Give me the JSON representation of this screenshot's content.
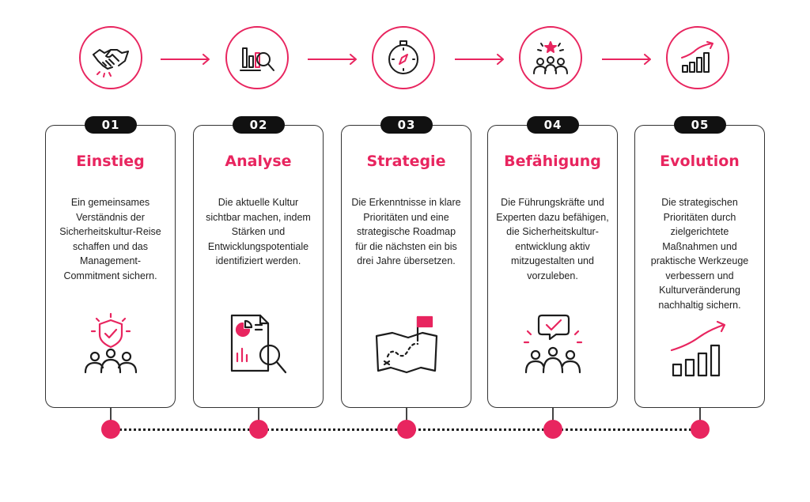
{
  "colors": {
    "accent": "#e8255f",
    "ink": "#1c1c1c"
  },
  "steps": [
    {
      "number": "01",
      "title": "Einstieg",
      "description": "Ein gemeinsames Verständnis der Sicherheitskultur-Reise schaffen und das Management-Commitment sichern.",
      "top_icon": "handshake-icon",
      "bottom_icon": "shield-team-icon"
    },
    {
      "number": "02",
      "title": "Analyse",
      "description": "Die aktuelle Kultur sichtbar machen, indem Stärken und Entwicklungspotentiale identifiziert werden.",
      "top_icon": "chart-magnifier-icon",
      "bottom_icon": "report-magnifier-icon"
    },
    {
      "number": "03",
      "title": "Strategie",
      "description": "Die Erkenntnisse in klare Prioritäten und eine strategische Roadmap für die nächsten ein bis drei Jahre übersetzen.",
      "top_icon": "compass-icon",
      "bottom_icon": "map-flag-icon"
    },
    {
      "number": "04",
      "title": "Befähigung",
      "description": "Die Führungskräfte und Experten dazu befähigen, die Sicherheitskultur-entwicklung aktiv mitzugestalten und vorzuleben.",
      "top_icon": "team-star-icon",
      "bottom_icon": "team-speech-check-icon"
    },
    {
      "number": "05",
      "title": "Evolution",
      "description": "Die strategischen Prioritäten durch zielgerichtete Maßnahmen und praktische Werkzeuge verbessern und Kulturveränderung nachhaltig sichern.",
      "top_icon": "growth-chart-icon",
      "bottom_icon": "growth-bars-icon"
    }
  ]
}
